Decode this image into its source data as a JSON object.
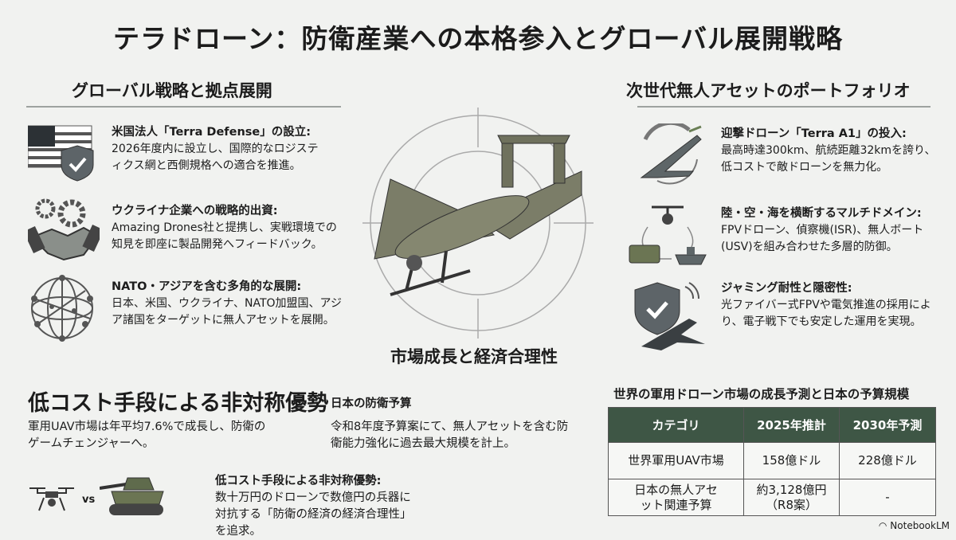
{
  "title": "テラドローン：防衛産業への本格参入とグローバル展開戦略",
  "left": {
    "heading": "グローバル戦略と拠点展開",
    "items": [
      {
        "icon": "us-flag-shield-icon",
        "title": "米国法人「Terra Defense」の設立:",
        "body": "2026年度内に設立し、国際的なロジスティクス網と西側規格への適合を推進。"
      },
      {
        "icon": "handshake-gears-icon",
        "title": "ウクライナ企業への戦略的出資:",
        "body": "Amazing Drones社と提携し、実戦環境での知見を即座に製品開発へフィードバック。"
      },
      {
        "icon": "global-network-icon",
        "title": "NATO・アジアを含む多角的な展開:",
        "body": "日本、米国、ウクライナ、NATO加盟国、アジア諸国をターゲットに無人アセットを展開。"
      }
    ]
  },
  "right": {
    "heading": "次世代無人アセットのポートフォリオ",
    "items": [
      {
        "icon": "interceptor-jet-icon",
        "title": "迎撃ドローン「Terra A1」の投入:",
        "body": "最高時達300km、航続距離32kmを誇り、低コストで敵ドローンを無力化。"
      },
      {
        "icon": "multi-domain-icon",
        "title": "陸・空・海を横断するマルチドメイン:",
        "body": "FPVドローン、偵察機(ISR)、無人ボート(USV)を組み合わせた多層的防御。"
      },
      {
        "icon": "shield-stealth-jet-icon",
        "title": "ジャミング耐性と隠密性:",
        "body": "光ファイバー式FPVや電気推進の採用により、電子戦下でも安定した運用を実現。"
      }
    ]
  },
  "center": {
    "label": "市場成長と経済合理性"
  },
  "bottom_left": {
    "heading": "低コスト手段による非対称優勢",
    "body": "軍用UAV市場は年平均7.6%で成長し、防衛のゲームチェンジャーへ。",
    "budget_heading": "日本の防衛予算",
    "budget_body": "令和8年度予算案にて、無人アセットを含む防衛能力強化に過去最大規模を計上。",
    "vs": "vs",
    "sub_title": "低コスト手段による非対称優勢:",
    "sub_body": "数十万円のドローンで数億円の兵器に対抗する「防衛の経済の経済合理性」を追求。"
  },
  "table": {
    "title": "世界の軍用ドローン市場の成長予測と日本の予算規模",
    "headers": [
      "カテゴリ",
      "2025年推計",
      "2030年予測"
    ],
    "rows": [
      [
        "世界軍用UAV市場",
        "158億ドル",
        "228億ドル"
      ],
      [
        "日本の無人アセット関連予算",
        "約3,128億円（R8案）",
        "-"
      ]
    ]
  },
  "footer": {
    "brand": "NotebookLM"
  },
  "colors": {
    "table_header": "#3e5645",
    "background": "#f1f2f0",
    "drone": "#7b7d68"
  }
}
